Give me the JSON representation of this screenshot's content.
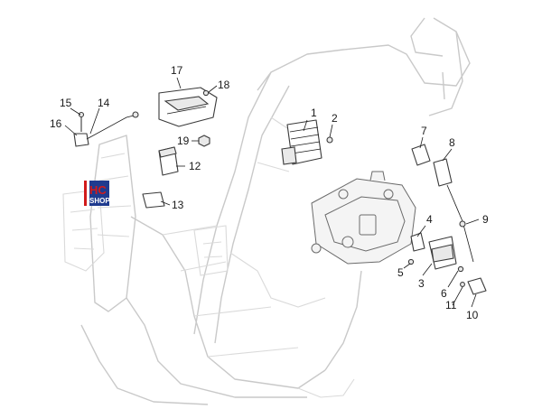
{
  "watermark": {
    "brand_initials": "HC",
    "brand_word": "SHOP",
    "colors": {
      "red": "#d21b1b",
      "blue": "#1f3b8f",
      "white": "#ffffff"
    }
  },
  "callouts": [
    {
      "id": "1",
      "label": "1"
    },
    {
      "id": "2",
      "label": "2"
    },
    {
      "id": "3",
      "label": "3"
    },
    {
      "id": "4",
      "label": "4"
    },
    {
      "id": "5",
      "label": "5"
    },
    {
      "id": "6",
      "label": "6"
    },
    {
      "id": "7",
      "label": "7"
    },
    {
      "id": "8",
      "label": "8"
    },
    {
      "id": "9",
      "label": "9"
    },
    {
      "id": "10",
      "label": "10"
    },
    {
      "id": "11",
      "label": "11"
    },
    {
      "id": "12",
      "label": "12"
    },
    {
      "id": "13",
      "label": "13"
    },
    {
      "id": "14",
      "label": "14"
    },
    {
      "id": "15",
      "label": "15"
    },
    {
      "id": "16",
      "label": "16"
    },
    {
      "id": "17",
      "label": "17"
    },
    {
      "id": "18",
      "label": "18"
    },
    {
      "id": "19",
      "label": "19"
    }
  ]
}
